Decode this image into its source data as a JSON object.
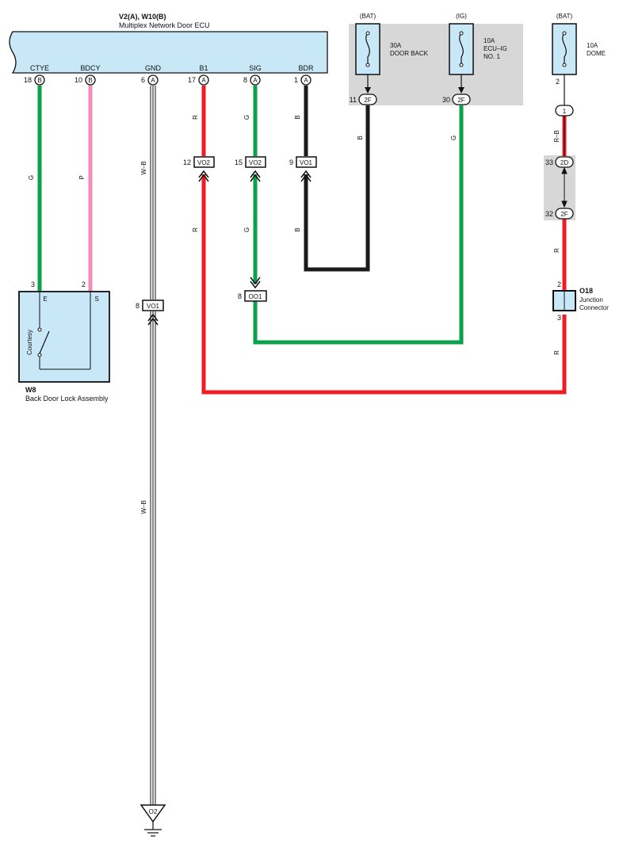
{
  "ecu": {
    "ref": "V2(A), W10(B)",
    "name": "Multiplex Network Door ECU",
    "pins": [
      {
        "label": "CTYE",
        "num": "18",
        "conn": "B"
      },
      {
        "label": "BDCY",
        "num": "10",
        "conn": "B"
      },
      {
        "label": "GND",
        "num": "6",
        "conn": "A"
      },
      {
        "label": "B1",
        "num": "17",
        "conn": "A"
      },
      {
        "label": "SIG",
        "num": "8",
        "conn": "A"
      },
      {
        "label": "BDR",
        "num": "1",
        "conn": "A"
      }
    ]
  },
  "fuses": [
    {
      "supply": "(BAT)",
      "line1": "30A",
      "line2": "DOOR BACK",
      "line3": "",
      "pin": "11",
      "conn": "2F"
    },
    {
      "supply": "(IG)",
      "line1": "10A",
      "line2": "ECU–IG",
      "line3": "NO. 1",
      "pin": "30",
      "conn": "2F"
    },
    {
      "supply": "(BAT)",
      "line1": "10A",
      "line2": "DOME",
      "line3": "",
      "pin": "2"
    }
  ],
  "junction_pins": [
    {
      "pin": "",
      "conn": "1"
    },
    {
      "pin": "33",
      "conn": "2D"
    },
    {
      "pin": "32",
      "conn": "2F"
    }
  ],
  "inline_connectors": [
    {
      "num": "12",
      "label": "VO2"
    },
    {
      "num": "15",
      "label": "VO2"
    },
    {
      "num": "9",
      "label": "VO1"
    },
    {
      "num": "8",
      "label": "VO1"
    },
    {
      "num": "8",
      "label": "OO1"
    }
  ],
  "wire_labels": {
    "ctye": "G",
    "bdcy": "P",
    "gnd_top": "W–B",
    "gnd_bottom": "W–B",
    "b1_top": "R",
    "b1_bottom": "R",
    "sig_top": "G",
    "sig_bottom": "G",
    "bdr_top": "B",
    "bdr_bottom": "B",
    "fuse_back": "B",
    "fuse_ig": "G",
    "dome_top": "R–B",
    "dome_mid": "R",
    "dome_bottom": "R"
  },
  "switch_assembly": {
    "ref": "W8",
    "name": "Back Door Lock Assembly",
    "pin_e_num": "3",
    "pin_e": "E",
    "pin_s_num": "2",
    "pin_s": "S",
    "switch_label": "Courtesy"
  },
  "junction_connector": {
    "ref": "O18",
    "line1": "Junction",
    "line2": "Connector",
    "pin_top": "2",
    "pin_bottom": "3"
  },
  "ground": {
    "label": "O2"
  },
  "colors": {
    "green": "#0aa14b",
    "pink": "#f28cbb",
    "red": "#ee1c24",
    "black": "#1a1a1a",
    "ecu_fill": "#c8e8f8",
    "gray_box": "#d7d7d7"
  }
}
